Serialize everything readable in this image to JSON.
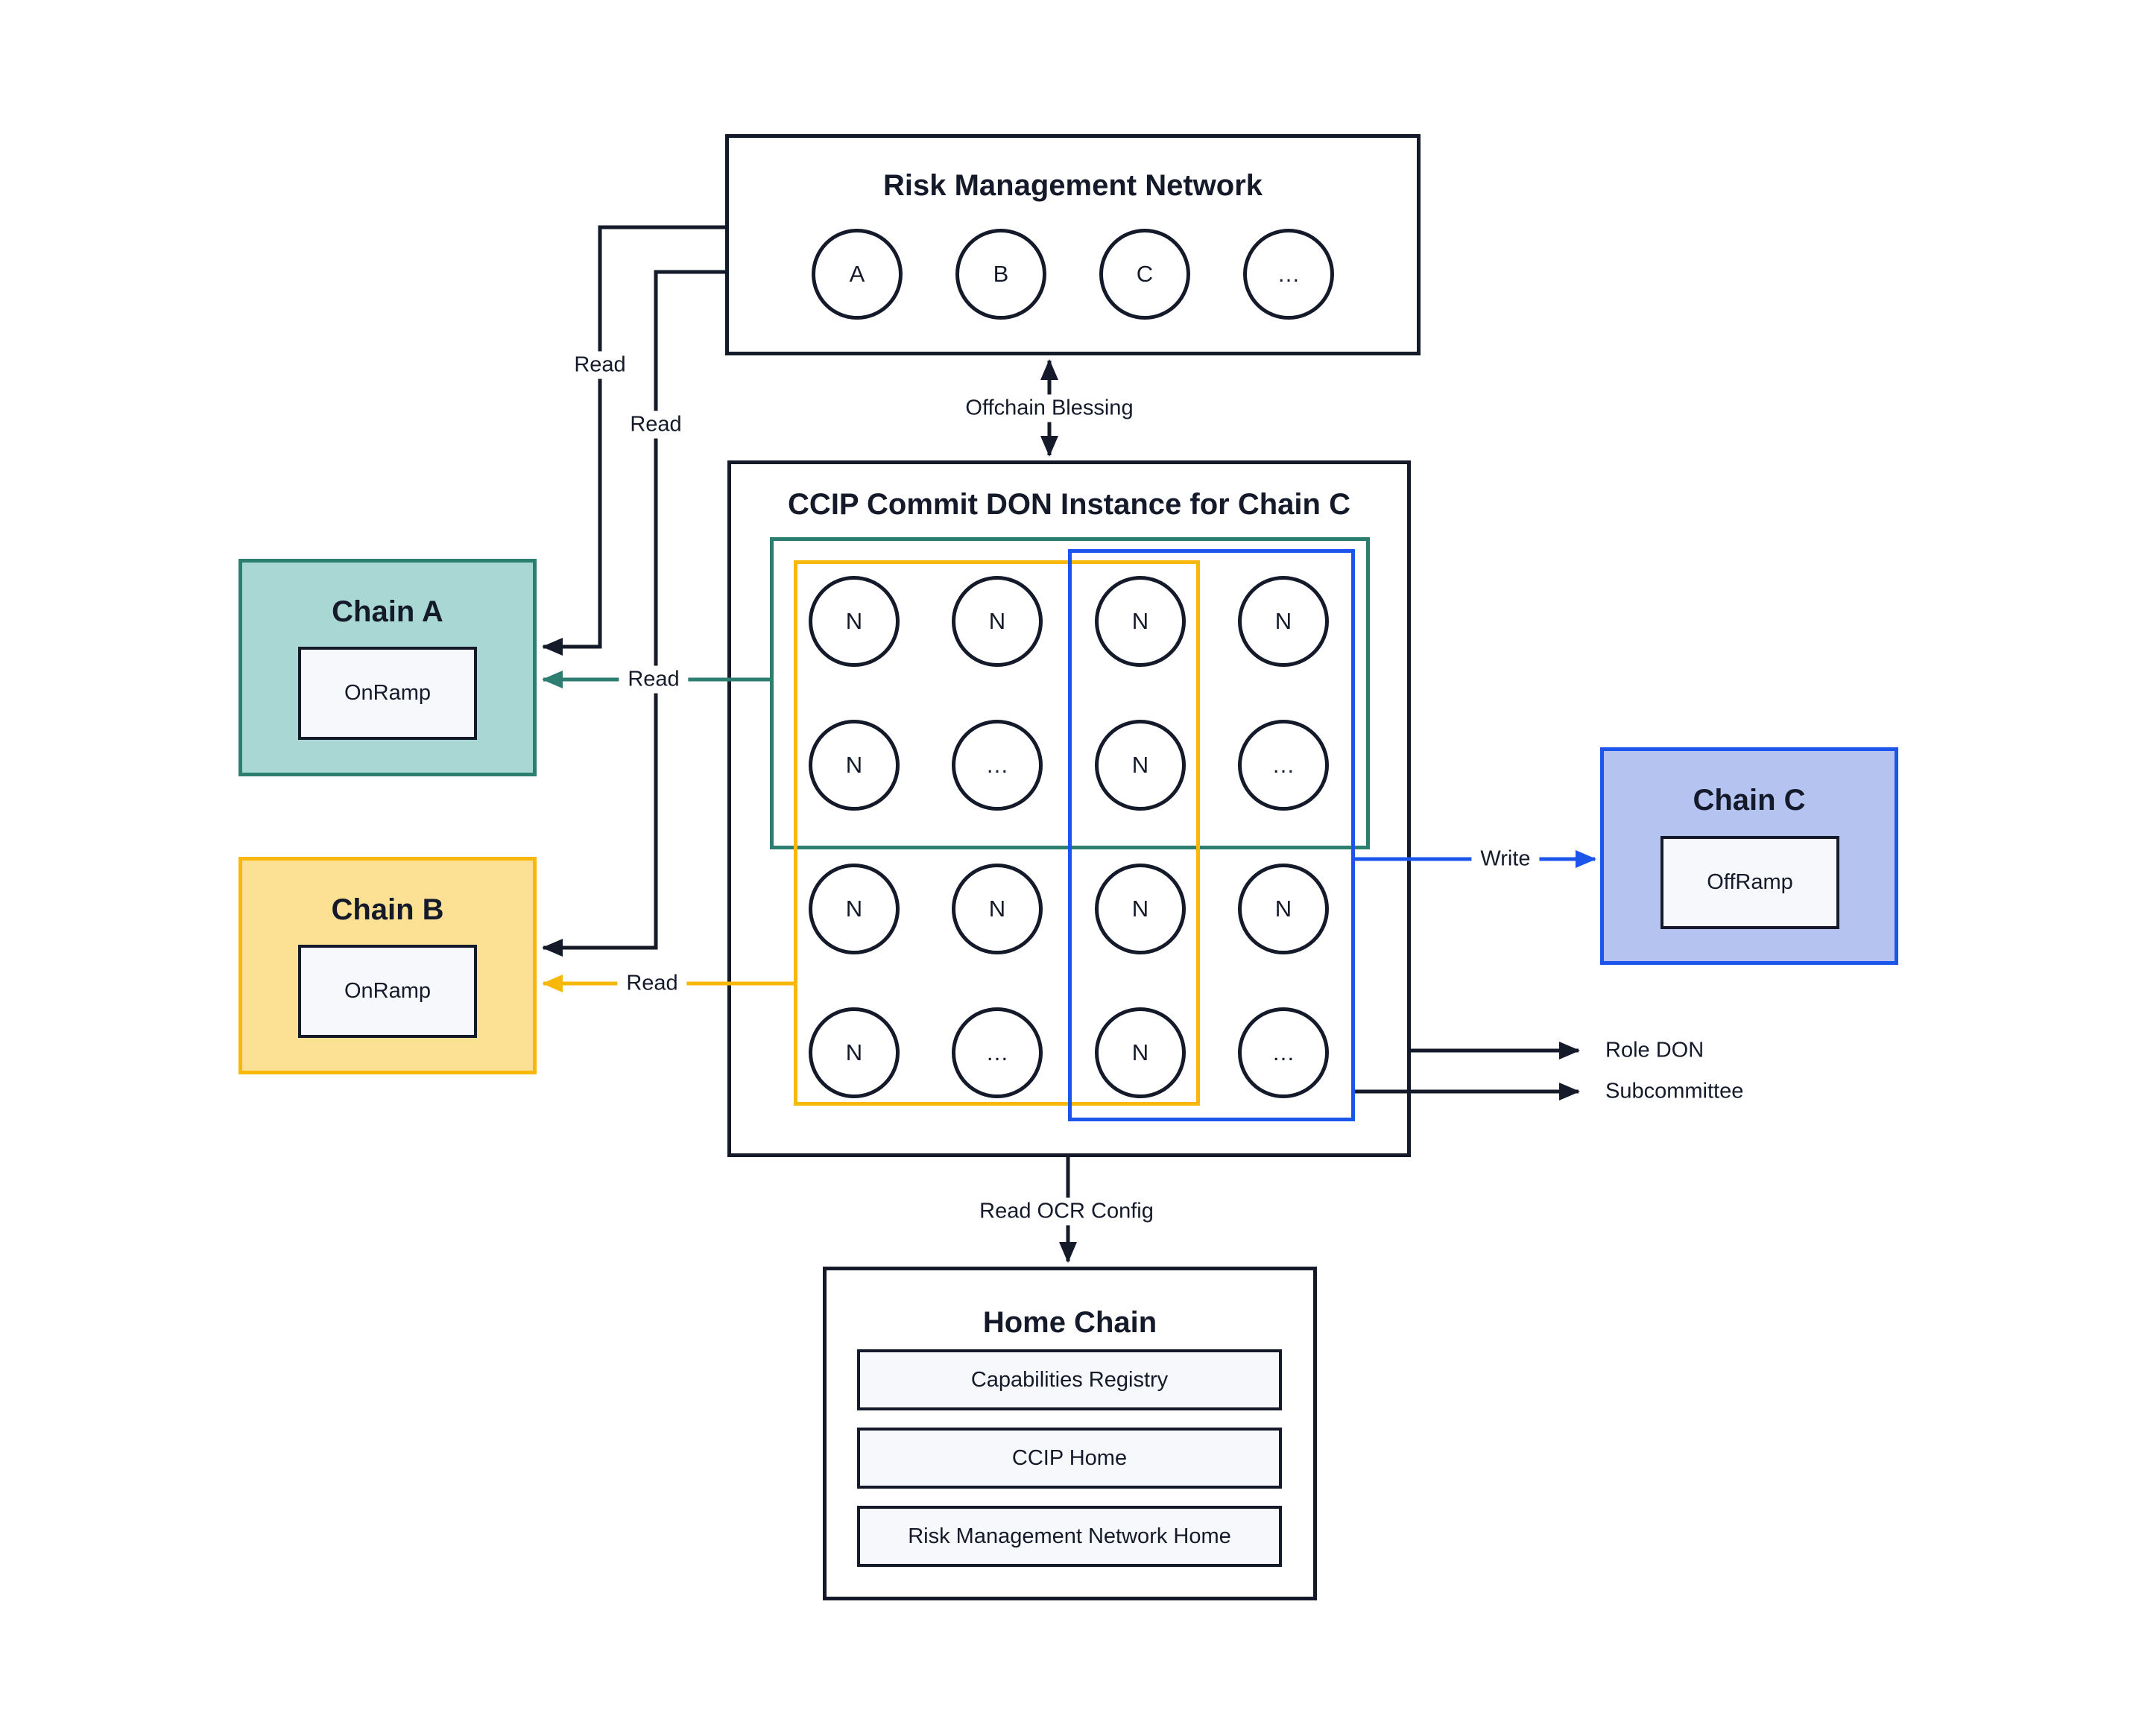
{
  "colors": {
    "ink": "#141a29",
    "teal_border": "#2b7e70",
    "teal_fill": "#a9d8d4",
    "amber_border": "#f7b80a",
    "amber_fill": "#fce093",
    "blue_border": "#1b55ec",
    "blue_fill": "#b5c3f1",
    "panel_fill": "#f7f8fc"
  },
  "rmn": {
    "title": "Risk Management Network",
    "nodes": [
      "A",
      "B",
      "C",
      "…"
    ]
  },
  "ccip": {
    "title": "CCIP Commit DON Instance for Chain C",
    "grid": [
      [
        "N",
        "N",
        "N",
        "N"
      ],
      [
        "N",
        "…",
        "N",
        "…"
      ],
      [
        "N",
        "N",
        "N",
        "N"
      ],
      [
        "N",
        "…",
        "N",
        "…"
      ]
    ]
  },
  "chains": {
    "a": {
      "title": "Chain A",
      "contract": "OnRamp"
    },
    "b": {
      "title": "Chain B",
      "contract": "OnRamp"
    },
    "c": {
      "title": "Chain C",
      "contract": "OffRamp"
    }
  },
  "home": {
    "title": "Home Chain",
    "contracts": [
      "Capabilities Registry",
      "CCIP Home",
      "Risk Management Network Home"
    ]
  },
  "edges": {
    "read_rmn_a": "Read",
    "read_rmn_b": "Read",
    "read_don_a": "Read",
    "read_don_b": "Read",
    "offchain_blessing": "Offchain Blessing",
    "write": "Write",
    "role_don": "Role DON",
    "subcommittee": "Subcommittee",
    "read_ocr": "Read OCR Config"
  }
}
